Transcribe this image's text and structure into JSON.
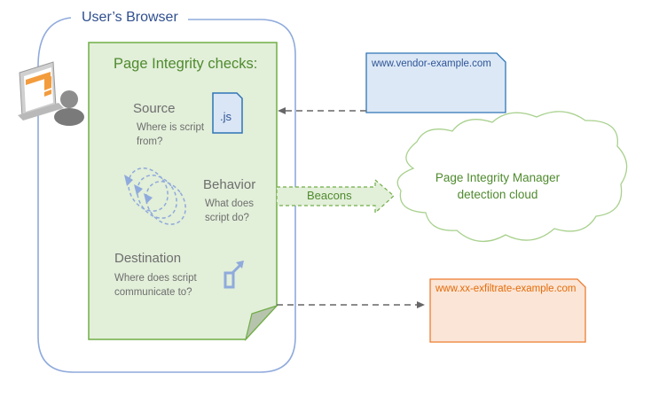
{
  "browser": {
    "title": "User’s Browser",
    "user_icon": "user-computer-icon"
  },
  "panel": {
    "title": "Page Integrity checks:",
    "checks": [
      {
        "heading": "Source",
        "description": "Where is script from?",
        "icon": "js-file-icon",
        "icon_label": ".js"
      },
      {
        "heading": "Behavior",
        "description": "What does script do?",
        "icon": "dashed-loop-arrows-icon"
      },
      {
        "heading": "Destination",
        "description": "Where does script communicate to?",
        "icon": "outbound-arrow-icon"
      }
    ]
  },
  "vendor_box": {
    "url": "www.vendor-example.com",
    "color": "#2e75b6",
    "fill": "#dce8f6"
  },
  "exfil_box": {
    "url": "www.xx-exfiltrate-example.com",
    "color": "#ed7d31",
    "fill": "#fbe5d6"
  },
  "beacons": {
    "label": "Beacons"
  },
  "cloud": {
    "label": "Page Integrity Manager detection cloud"
  },
  "colors": {
    "browser_outline": "#8faadc",
    "panel_fill": "#e2efd9",
    "panel_outline": "#70ad47",
    "green_text": "#4f8a2e",
    "grey_text": "#6e6e6e",
    "arrow": "#666666",
    "cloud_outline": "#a9d18e"
  }
}
